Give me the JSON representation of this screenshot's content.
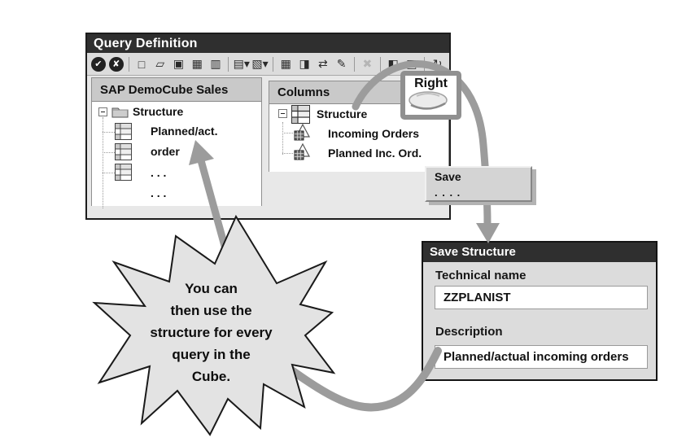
{
  "window": {
    "title": "Query Definition",
    "toolbar": {
      "icons": [
        {
          "name": "confirm-icon",
          "glyph": "✔"
        },
        {
          "name": "cancel-icon",
          "glyph": "✘"
        },
        {
          "name": "new-query-icon",
          "glyph": "□"
        },
        {
          "name": "open-icon",
          "glyph": "▱"
        },
        {
          "name": "save-icon",
          "glyph": "▣"
        },
        {
          "name": "copy-icon",
          "glyph": "▦"
        },
        {
          "name": "delete-icon",
          "glyph": "▥"
        },
        {
          "name": "display-mode-icon",
          "glyph": "▤▾"
        },
        {
          "name": "paste-mode-icon",
          "glyph": "▧▾"
        },
        {
          "name": "table-view-icon",
          "glyph": "▦"
        },
        {
          "name": "insert-icon",
          "glyph": "◨"
        },
        {
          "name": "move-icon",
          "glyph": "⇄"
        },
        {
          "name": "edit-icon",
          "glyph": "✎"
        },
        {
          "name": "exchange-disabled-icon",
          "glyph": "✖"
        },
        {
          "name": "settings-icon",
          "glyph": "◧"
        },
        {
          "name": "report-icon",
          "glyph": "▤"
        },
        {
          "name": "refresh-icon",
          "glyph": "↻"
        }
      ]
    },
    "left_panel": {
      "title": "SAP DemoCube Sales",
      "root_label": "Structure",
      "rows": [
        {
          "label": "Planned/act."
        },
        {
          "label": "order"
        },
        {
          "label": ". . ."
        },
        {
          "label": ". . ."
        }
      ]
    },
    "right_panel": {
      "title": "Columns",
      "root_label": "Structure",
      "rows": [
        {
          "label": "Incoming Orders"
        },
        {
          "label": "Planned Inc. Ord."
        }
      ]
    }
  },
  "mouse_callout": {
    "label": "Right"
  },
  "context_menu": {
    "save_label": "Save",
    "more_label": ". . . ."
  },
  "dialog": {
    "title": "Save Structure",
    "technical_name_label": "Technical name",
    "technical_name_value": "ZZPLANIST",
    "description_label": "Description",
    "description_value": "Planned/actual incoming orders"
  },
  "starburst": {
    "lines": [
      "You can",
      "then use the",
      "structure for every",
      "query in the",
      "Cube."
    ]
  },
  "colors": {
    "titlebar": "#2f2f2f",
    "arrow": "#9c9c9c",
    "starburst_fill": "#e3e3e3",
    "menu_bg": "#d4d4d4",
    "panel_header": "#c9c9c9"
  }
}
